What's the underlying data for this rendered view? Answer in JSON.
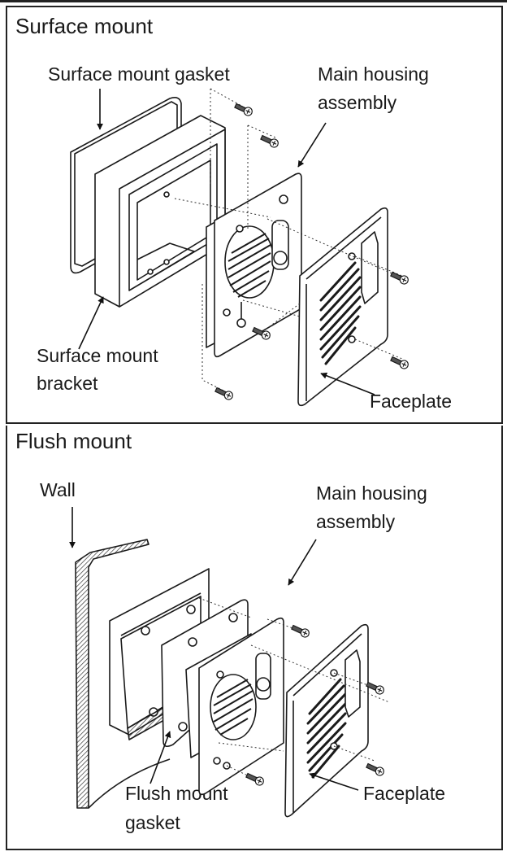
{
  "panels": {
    "surface": {
      "title": "Surface mount",
      "labels": {
        "gasket": "Surface mount gasket",
        "housing_line1": "Main housing",
        "housing_line2": "assembly",
        "bracket_line1": "Surface mount",
        "bracket_line2": "bracket",
        "faceplate": "Faceplate"
      }
    },
    "flush": {
      "title": "Flush mount",
      "labels": {
        "wall": "Wall",
        "housing_line1": "Main housing",
        "housing_line2": "assembly",
        "gasket_line1": "Flush mount",
        "gasket_line2": "gasket",
        "faceplate": "Faceplate"
      }
    }
  },
  "icons": {
    "arrow": "arrow-pointer",
    "screw": "screw"
  },
  "colors": {
    "ink": "#1a1a1a",
    "border": "#222222",
    "background": "#ffffff"
  }
}
